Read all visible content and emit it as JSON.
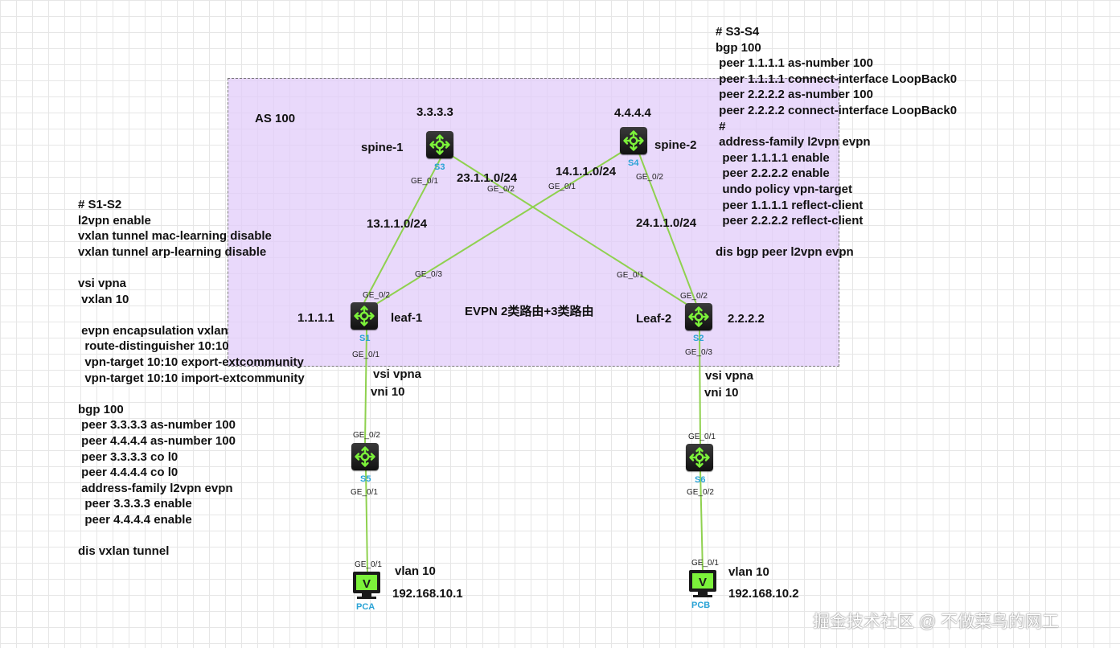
{
  "as_label": "AS 100",
  "center_label": "EVPN 2类路由+3类路由",
  "devices": {
    "s3": {
      "ip": "3.3.3.3",
      "role": "spine-1",
      "name": "S3"
    },
    "s4": {
      "ip": "4.4.4.4",
      "role": "spine-2",
      "name": "S4"
    },
    "s1": {
      "ip": "1.1.1.1",
      "role": "leaf-1",
      "name": "S1"
    },
    "s2": {
      "ip": "2.2.2.2",
      "role": "Leaf-2",
      "name": "S2"
    },
    "s5": {
      "name": "S5"
    },
    "s6": {
      "name": "S6"
    },
    "pca": {
      "name": "PCA",
      "vlan": "vlan 10",
      "ip": "192.168.10.1"
    },
    "pcb": {
      "name": "PCB",
      "vlan": "vlan 10",
      "ip": "192.168.10.2"
    }
  },
  "subnets": {
    "s1_s3": "13.1.1.0/24",
    "s2_s3": "23.1.1.0/24",
    "s1_s4": "14.1.1.0/24",
    "s2_s4": "24.1.1.0/24"
  },
  "ports": {
    "s3_ge01": "GE_0/1",
    "s3_ge02": "GE_0/2",
    "s4_ge01": "GE_0/1",
    "s4_ge02": "GE_0/2",
    "s1_ge03": "GE_0/3",
    "s1_ge02": "GE_0/2",
    "s1_ge01": "GE_0/1",
    "s2_ge01": "GE_0/1",
    "s2_ge02": "GE_0/2",
    "s2_ge03": "GE_0/3",
    "s5_ge02": "GE_0/2",
    "s5_ge01": "GE_0/1",
    "s6_ge01": "GE_0/1",
    "s6_ge02": "GE_0/2",
    "pca_ge01": "GE_0/1",
    "pcb_ge01": "GE_0/1"
  },
  "vsi_left": {
    "vsi": "vsi vpna",
    "vni": "vni 10"
  },
  "vsi_right": {
    "vsi": "vsi vpna",
    "vni": "vni 10"
  },
  "config_s1s2": "# S1-S2\nl2vpn enable\nvxlan tunnel mac-learning disable\nvxlan tunnel arp-learning disable\n\nvsi vpna\n vxlan 10\n\n evpn encapsulation vxlan\n  route-distinguisher 10:10\n  vpn-target 10:10 export-extcommunity\n  vpn-target 10:10 import-extcommunity\n\nbgp 100\n peer 3.3.3.3 as-number 100\n peer 4.4.4.4 as-number 100\n peer 3.3.3.3 co l0\n peer 4.4.4.4 co l0\n address-family l2vpn evpn\n  peer 3.3.3.3 enable\n  peer 4.4.4.4 enable\n\ndis vxlan tunnel",
  "config_s3s4": "# S3-S4\nbgp 100\n peer 1.1.1.1 as-number 100\n peer 1.1.1.1 connect-interface LoopBack0\n peer 2.2.2.2 as-number 100\n peer 2.2.2.2 connect-interface LoopBack0\n #\n address-family l2vpn evpn\n  peer 1.1.1.1 enable\n  peer 2.2.2.2 enable\n  undo policy vpn-target\n  peer 1.1.1.1 reflect-client\n  peer 2.2.2.2 reflect-client\n\ndis bgp peer l2vpn evpn",
  "watermark": "掘金技术社区 @ 不做菜鸟的网工",
  "colors": {
    "link": "#8fd14f",
    "device_name": "#2aa3d6",
    "as_area": "#e2ccfa",
    "icon": "#7cf23a"
  }
}
